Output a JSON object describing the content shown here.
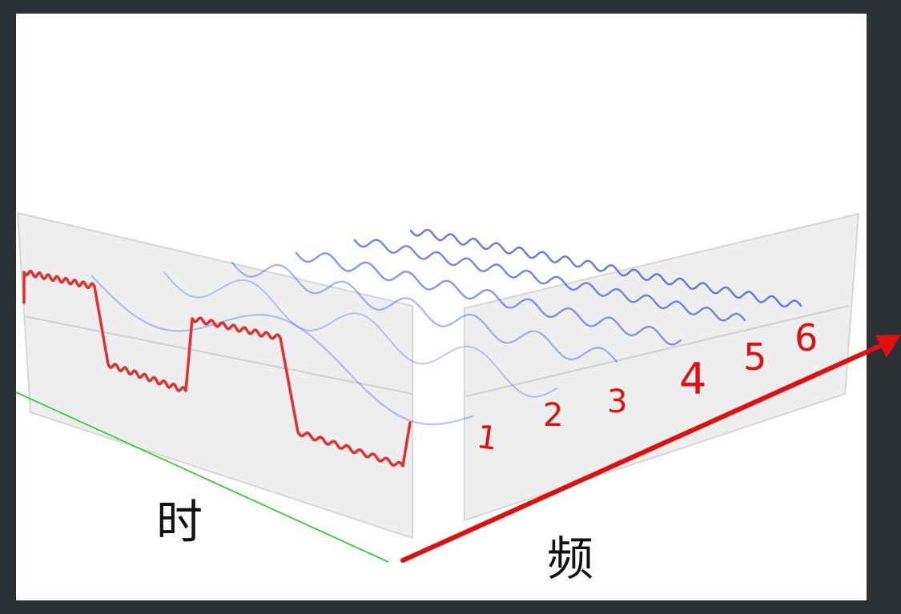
{
  "axes": {
    "time_label": "时",
    "frequency_label": "频"
  },
  "harmonic_numbers": [
    "1",
    "2",
    "3",
    "4",
    "5",
    "6"
  ],
  "colors": {
    "square_wave": "#e03030",
    "harmonics": "#3f57d8",
    "frequency_axis": "#e01010",
    "time_axis": "#22cc22",
    "panel": "#eeeeee",
    "background": "#2b3033"
  }
}
